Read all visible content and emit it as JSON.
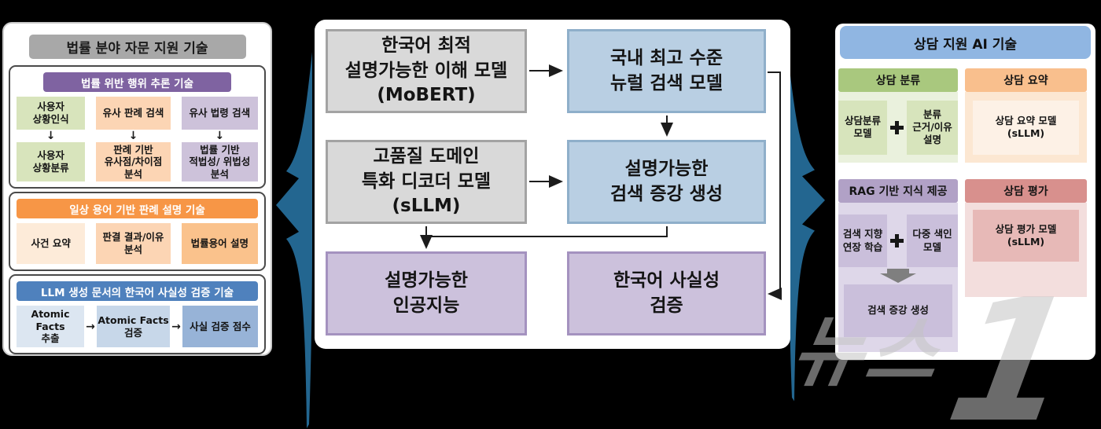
{
  "left_panel": {
    "title": "법률 분야 자문 지원 기술",
    "violation_section": {
      "header": "법률 위반 행위 추론 기술",
      "row1": [
        "사용자\n상황인식",
        "유사 판례 검색",
        "유사 법령 검색"
      ],
      "row2": [
        "사용자\n상황분류",
        "판례 기반\n유사점/차이점\n분석",
        "법률 기반\n적법성/ 위법성\n분석"
      ]
    },
    "explain_section": {
      "header": "일상 용어 기반 판례 설명 기술",
      "cells": [
        "사건 요약",
        "판결 결과/이유\n분석",
        "법률용어 설명"
      ]
    },
    "factcheck_section": {
      "header": "LLM 생성 문서의 한국어 사실성 검증 기술",
      "cells": [
        "Atomic Facts\n추출",
        "Atomic Facts\n검증",
        "사실 검증 점수"
      ]
    }
  },
  "center_panel": {
    "understanding_model": "한국어 최적\n설명가능한 이해 모델\n(MoBERT)",
    "neural_search": "국내 최고 수준\n뉴럴 검색 모델",
    "decoder_model": "고품질 도메인\n특화 디코더 모델\n(sLLM)",
    "rag_generation": "설명가능한\n검색 증강 생성",
    "explainable_ai": "설명가능한\n인공지능",
    "factuality_check": "한국어 사실성\n검증"
  },
  "right_panel": {
    "title": "상담 지원 AI 기술",
    "classification": {
      "header": "상담 분류",
      "cell_a": "상담분류\n모델",
      "cell_b": "분류\n근거/이유\n설명"
    },
    "summary": {
      "header": "상담 요약",
      "cell": "상담 요약 모델\n(sLLM)"
    },
    "rag": {
      "header": "RAG 기반 지식 제공",
      "cell_a": "검색 지향\n연장 학습",
      "cell_b": "다중 색인\n모델",
      "cell_result": "검색 증강 생성"
    },
    "evaluation": {
      "header": "상담 평가",
      "cell": "상담 평가 모델\n(sLLM)"
    }
  },
  "watermark": {
    "korean": "뉴스",
    "number": "1"
  },
  "icons": {
    "down_arrow": "↓",
    "right_arrow": "→"
  },
  "colors": {
    "background": "#000000",
    "swoosh_arrow_blue": "#236690",
    "left_title_gray": "#a8a8a8",
    "violation_header_purple": "#7f63a1",
    "explain_header_orange": "#f79646",
    "factcheck_header_blue": "#4f81bd",
    "center_box_gray": "#d9d9d9",
    "center_box_blue": "#b9cfe3",
    "center_box_purple": "#ccc1dc",
    "right_title_blue": "#90b6e2",
    "classification_green": "#a9c87e",
    "summary_orange": "#f9bf8d",
    "rag_purple": "#b1a1c6",
    "evaluation_red": "#d8908d"
  }
}
